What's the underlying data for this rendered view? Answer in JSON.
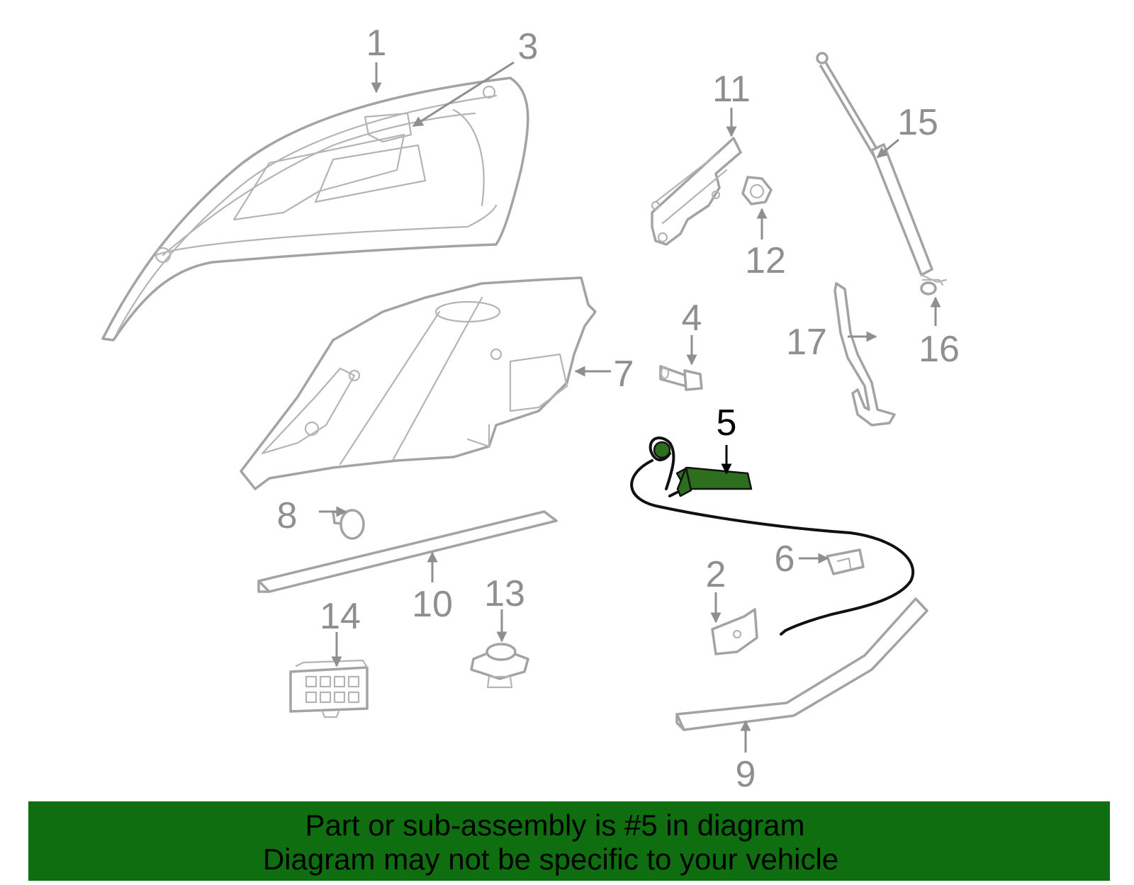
{
  "diagram": {
    "highlighted_part": "5",
    "colors": {
      "parts": "#a3a3a3",
      "callouts": "#8f8f8f",
      "highlight": "#2d6e1f",
      "banner": "#0f6e0f"
    },
    "callouts": [
      {
        "id": "1",
        "label": "1"
      },
      {
        "id": "2",
        "label": "2"
      },
      {
        "id": "3",
        "label": "3"
      },
      {
        "id": "4",
        "label": "4"
      },
      {
        "id": "5",
        "label": "5"
      },
      {
        "id": "6",
        "label": "6"
      },
      {
        "id": "7",
        "label": "7"
      },
      {
        "id": "8",
        "label": "8"
      },
      {
        "id": "9",
        "label": "9"
      },
      {
        "id": "10",
        "label": "10"
      },
      {
        "id": "11",
        "label": "11"
      },
      {
        "id": "12",
        "label": "12"
      },
      {
        "id": "13",
        "label": "13"
      },
      {
        "id": "14",
        "label": "14"
      },
      {
        "id": "15",
        "label": "15"
      },
      {
        "id": "16",
        "label": "16"
      },
      {
        "id": "17",
        "label": "17"
      }
    ]
  },
  "banner": {
    "line1": "Part or sub-assembly is #5 in diagram",
    "line2": "Diagram may not be specific to your vehicle"
  }
}
